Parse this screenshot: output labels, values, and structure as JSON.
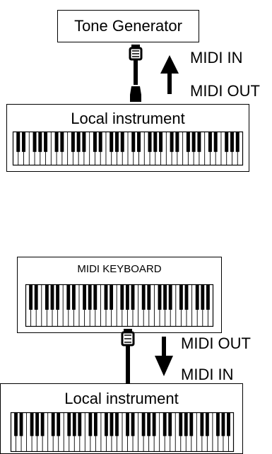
{
  "top": {
    "tone_generator": "Tone Generator",
    "label_upper": "MIDI IN",
    "label_lower": "MIDI OUT",
    "instrument": "Local instrument"
  },
  "bottom": {
    "keyboard": "MIDI KEYBOARD",
    "label_upper": "MIDI OUT",
    "label_lower": "MIDI IN",
    "instrument": "Local instrument"
  },
  "colors": {
    "line": "#000000",
    "background": "#ffffff"
  }
}
